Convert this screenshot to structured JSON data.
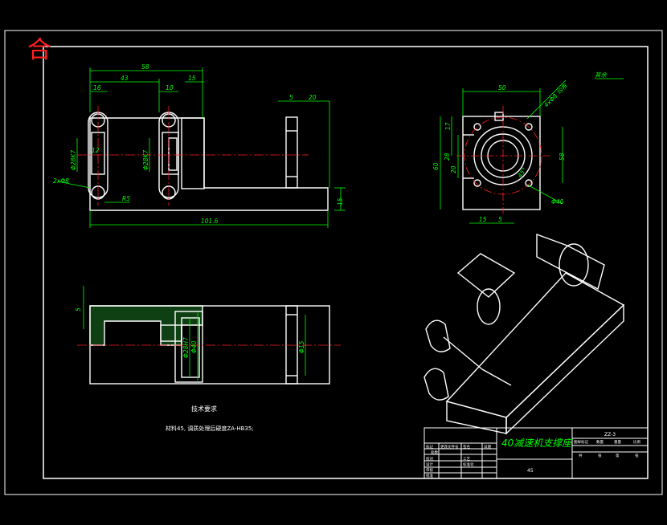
{
  "corner_mark": "合",
  "colors": {
    "background": "#000000",
    "outline": "#ffffff",
    "dimension": "#00ff00",
    "centerline": "#ff2020",
    "hidden": "#ffffff"
  },
  "dimensions": {
    "front": {
      "total_top": "58",
      "left_43": "43",
      "left_16": "16",
      "mid_10": "10",
      "right_15": "15",
      "bottom_total": "101.6",
      "side_5": "5",
      "side_20": "20",
      "hole_8k7_a": "Φ28K7",
      "hole_8k7_b": "Φ28K7",
      "dim_12": "12",
      "dim_2x8": "2xΦ8",
      "dim_r5": "R5",
      "dim_15_side": "15"
    },
    "flange": {
      "width_50": "50",
      "holes": "4xΦ8 均布",
      "height_60": "60",
      "dim_17": "17",
      "dim_28": "28",
      "dim_20": "20",
      "dim_58": "58",
      "phi_40": "Φ40",
      "dim_15": "15",
      "dim_5": "5",
      "angle": "45°"
    },
    "section": {
      "dim_5": "5",
      "phi_28": "Φ28H7",
      "phi_40": "Φ40",
      "phi_15": "Φ15"
    },
    "roughness": "其余"
  },
  "tech_requirements": {
    "title": "技术要求",
    "line1": "材料45, 调质处理后硬度ZA-HB35;"
  },
  "title_block": {
    "name": "40减速机支撑座",
    "drawing_no": "ZZ-3",
    "material": "45",
    "cells": [
      "图样标记",
      "数量",
      "重量",
      "比例",
      "共",
      "张",
      "第",
      "张",
      "设计",
      "校对",
      "审核",
      "工艺",
      "标准化",
      "批准",
      "日期",
      "签名",
      "更改文件号",
      "处数",
      "标记"
    ]
  }
}
